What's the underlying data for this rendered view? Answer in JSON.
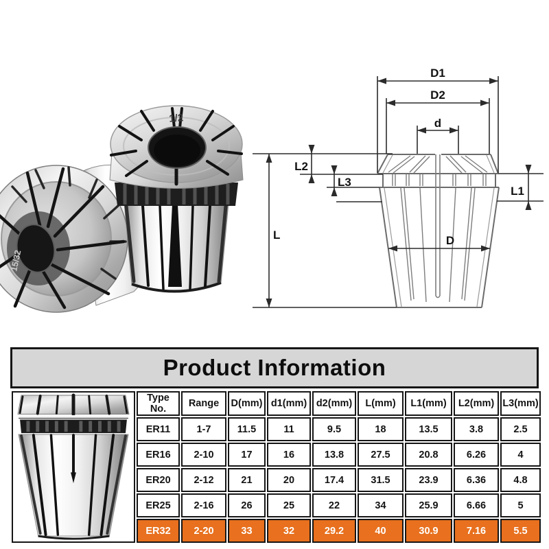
{
  "photo": {
    "upright_marking": "1/2",
    "lying_marking": "15/32"
  },
  "diagram": {
    "labels": {
      "D1": "D1",
      "D2": "D2",
      "d": "d",
      "L": "L",
      "L1": "L1",
      "L2": "L2",
      "L3": "L3",
      "D": "D"
    }
  },
  "product_info": {
    "title": "Product Information",
    "title_bg": "#d6d6d6",
    "highlight_color": "#e8701e",
    "highlight_row": "ER32",
    "columns": [
      "Type No.",
      "Range",
      "D(mm)",
      "d1(mm)",
      "d2(mm)",
      "L(mm)",
      "L1(mm)",
      "L2(mm)",
      "L3(mm)"
    ],
    "rows": [
      [
        "ER11",
        "1-7",
        "11.5",
        "11",
        "9.5",
        "18",
        "13.5",
        "3.8",
        "2.5"
      ],
      [
        "ER16",
        "2-10",
        "17",
        "16",
        "13.8",
        "27.5",
        "20.8",
        "6.26",
        "4"
      ],
      [
        "ER20",
        "2-12",
        "21",
        "20",
        "17.4",
        "31.5",
        "23.9",
        "6.36",
        "4.8"
      ],
      [
        "ER25",
        "2-16",
        "26",
        "25",
        "22",
        "34",
        "25.9",
        "6.66",
        "5"
      ],
      [
        "ER32",
        "2-20",
        "33",
        "32",
        "29.2",
        "40",
        "30.9",
        "7.16",
        "5.5"
      ]
    ]
  }
}
